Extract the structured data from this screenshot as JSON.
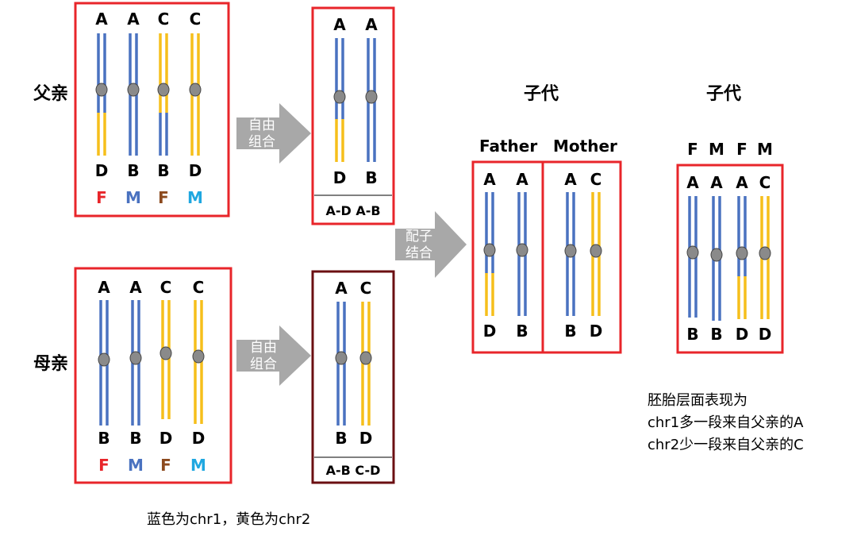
{
  "colors": {
    "blue": "#4A72C0",
    "yellow": "#F6BF1B",
    "red_frame": "#E8252A",
    "dark_red_frame": "#6B0F12",
    "centromere": "#8A8A8A",
    "arrow": "#A8A8A8",
    "label_F_red": "#E8252A",
    "label_M_blue": "#4A72C0",
    "label_F_brown": "#8C4A1E",
    "label_M_cyan": "#1FA7E0"
  },
  "labels": {
    "father": "父亲",
    "mother": "母亲",
    "arrow_free1": "自由",
    "arrow_free2": "组合",
    "arrow_mate1": "配子",
    "arrow_mate2": "结合",
    "offspring1": "子代",
    "offspring2": "子代",
    "col_father": "Father",
    "col_mother": "Mother",
    "note_line1": "胚胎层面表现为",
    "note_line2": "chr1多一段来自父亲的A",
    "note_line3": "chr2少一段来自父亲的C",
    "legend": "蓝色为chr1，黄色为chr2",
    "father_gamete_caption": "A-D A-B",
    "mother_gamete_caption": "A-B C-D"
  },
  "father_parent": {
    "top": [
      "A",
      "A",
      "C",
      "C"
    ],
    "bottom": [
      "D",
      "B",
      "B",
      "D"
    ],
    "origin": [
      "F",
      "M",
      "F",
      "M"
    ]
  },
  "mother_parent": {
    "top": [
      "A",
      "A",
      "C",
      "C"
    ],
    "bottom": [
      "B",
      "B",
      "D",
      "D"
    ],
    "origin": [
      "F",
      "M",
      "F",
      "M"
    ]
  },
  "father_gamete": {
    "top": [
      "A",
      "A"
    ],
    "bottom": [
      "D",
      "B"
    ]
  },
  "mother_gamete": {
    "top": [
      "A",
      "C"
    ],
    "bottom": [
      "B",
      "D"
    ]
  },
  "offspring_pair": {
    "father": {
      "top": [
        "A",
        "A"
      ],
      "bottom": [
        "D",
        "B"
      ]
    },
    "mother": {
      "top": [
        "A",
        "C"
      ],
      "bottom": [
        "B",
        "D"
      ]
    }
  },
  "offspring_final": {
    "header": [
      "F",
      "M",
      "F",
      "M"
    ],
    "top": [
      "A",
      "A",
      "A",
      "C"
    ],
    "bottom": [
      "B",
      "B",
      "D",
      "D"
    ]
  }
}
